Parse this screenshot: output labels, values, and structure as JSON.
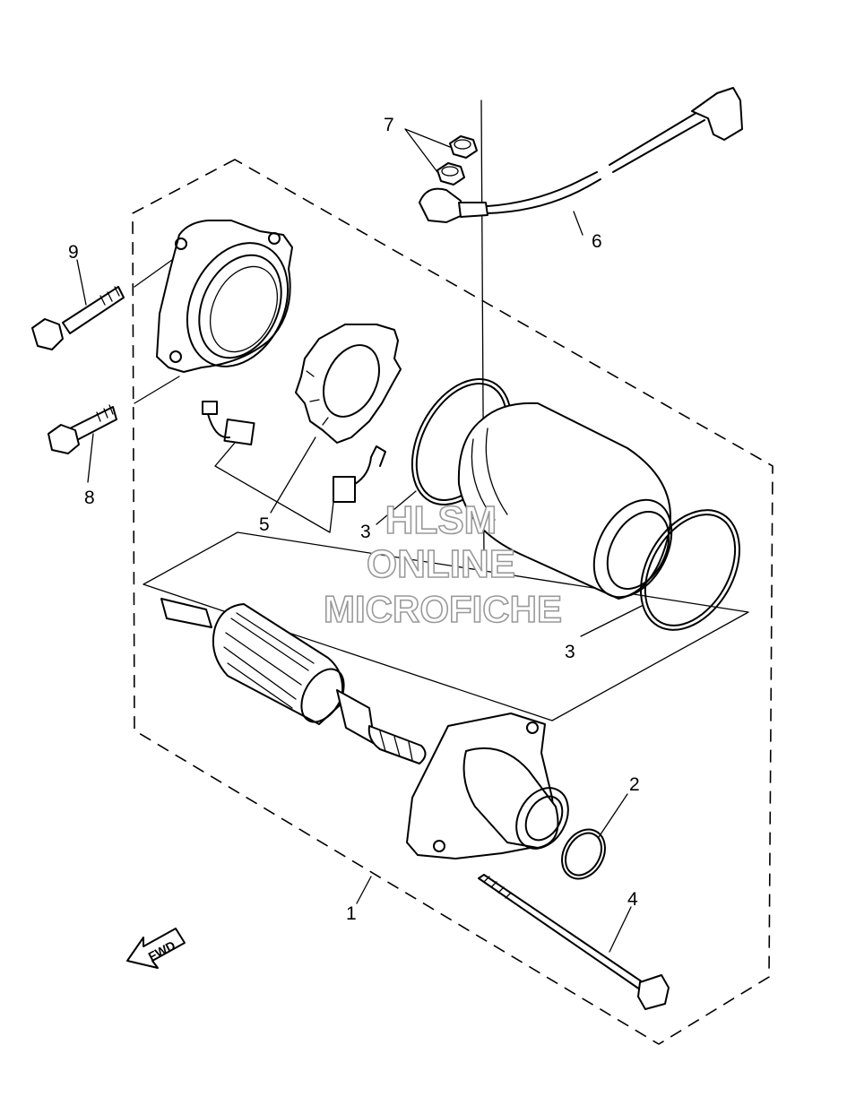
{
  "callouts": {
    "c1": "1",
    "c2": "2",
    "c3a": "3",
    "c3b": "3",
    "c4": "4",
    "c5": "5",
    "c6": "6",
    "c7": "7",
    "c8": "8",
    "c9": "9"
  },
  "watermark": {
    "line1": "HLSM",
    "line2": "ONLINE",
    "line3": "MICROFICHE"
  },
  "fwd_label": "FWD"
}
